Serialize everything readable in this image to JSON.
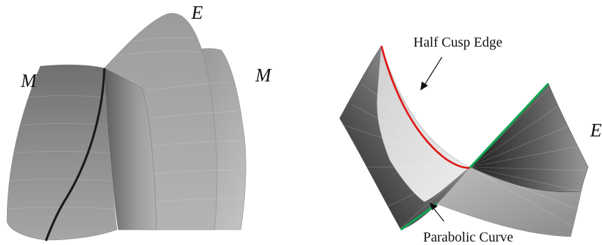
{
  "left_figure": {
    "label_top": "E",
    "label_left": "M",
    "label_right": "M"
  },
  "right_figure": {
    "label_cusp": "Half Cusp Edge",
    "label_parabolic": "Parabolic Curve",
    "label_edge": "E"
  },
  "colors": {
    "cusp_edge": "#e01818",
    "parabolic_curve": "#0fa850",
    "ridge_curve": "#1a1a1a"
  }
}
